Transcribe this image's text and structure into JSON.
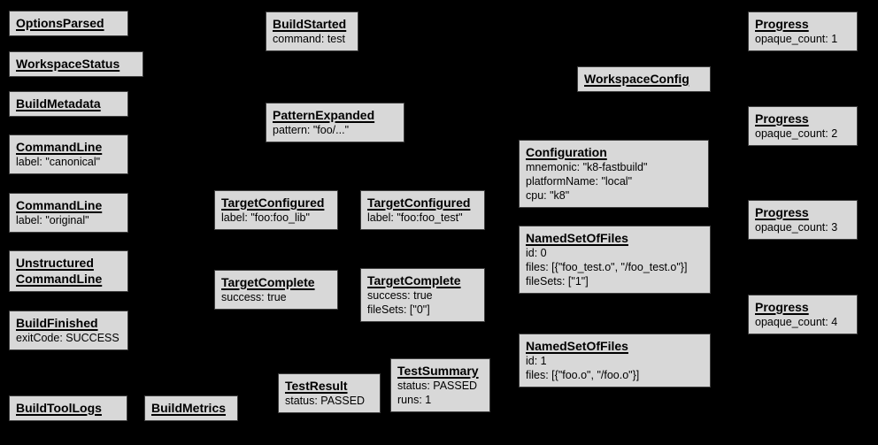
{
  "colors": {
    "background": "#000000",
    "box_fill": "#d8d8d8",
    "box_border": "#3f3f3f",
    "text": "#000000"
  },
  "nodes": [
    {
      "name": "OptionsParsed",
      "title": "OptionsParsed",
      "body": ""
    },
    {
      "name": "WorkspaceStatus",
      "title": "WorkspaceStatus",
      "body": ""
    },
    {
      "name": "BuildMetadata",
      "title": "BuildMetadata",
      "body": ""
    },
    {
      "name": "CommandLine-canonical",
      "title": "CommandLine",
      "body": "label: \"canonical\""
    },
    {
      "name": "CommandLine-original",
      "title": "CommandLine",
      "body": "label: \"original\""
    },
    {
      "name": "UnstructuredCommandLine",
      "title": "Unstructured\nCommandLine",
      "body": ""
    },
    {
      "name": "BuildFinished",
      "title": "BuildFinished",
      "body": "exitCode: SUCCESS"
    },
    {
      "name": "BuildToolLogs",
      "title": "BuildToolLogs",
      "body": ""
    },
    {
      "name": "BuildMetrics",
      "title": "BuildMetrics",
      "body": ""
    },
    {
      "name": "BuildStarted",
      "title": "BuildStarted",
      "body": "command: test"
    },
    {
      "name": "PatternExpanded",
      "title": "PatternExpanded",
      "body": "pattern: \"foo/...\""
    },
    {
      "name": "TargetConfigured-foo-lib",
      "title": "TargetConfigured",
      "body": "label: \"foo:foo_lib\""
    },
    {
      "name": "TargetConfigured-foo-test",
      "title": "TargetConfigured",
      "body": "label: \"foo:foo_test\""
    },
    {
      "name": "TargetComplete-foo-lib",
      "title": "TargetComplete",
      "body": "success: true"
    },
    {
      "name": "TargetComplete-foo-test",
      "title": "TargetComplete",
      "body": "success: true\nfileSets: [\"0\"]"
    },
    {
      "name": "TestResult",
      "title": "TestResult",
      "body": "status: PASSED"
    },
    {
      "name": "TestSummary",
      "title": "TestSummary",
      "body": "status: PASSED\nruns: 1"
    },
    {
      "name": "WorkspaceConfig",
      "title": "WorkspaceConfig",
      "body": ""
    },
    {
      "name": "Configuration",
      "title": "Configuration",
      "body": "mnemonic: \"k8-fastbuild\"\nplatformName: \"local\"\ncpu: \"k8\""
    },
    {
      "name": "NamedSetOfFiles-0",
      "title": "NamedSetOfFiles",
      "body": "id: 0\nfiles: [{\"foo_test.o\", \"/foo_test.o\"}]\nfileSets: [\"1\"]"
    },
    {
      "name": "NamedSetOfFiles-1",
      "title": "NamedSetOfFiles",
      "body": "id: 1\nfiles: [{\"foo.o\", \"/foo.o\"}]"
    },
    {
      "name": "Progress-1",
      "title": "Progress",
      "body": "opaque_count: 1"
    },
    {
      "name": "Progress-2",
      "title": "Progress",
      "body": "opaque_count: 2"
    },
    {
      "name": "Progress-3",
      "title": "Progress",
      "body": "opaque_count: 3"
    },
    {
      "name": "Progress-4",
      "title": "Progress",
      "body": "opaque_count: 4"
    }
  ]
}
